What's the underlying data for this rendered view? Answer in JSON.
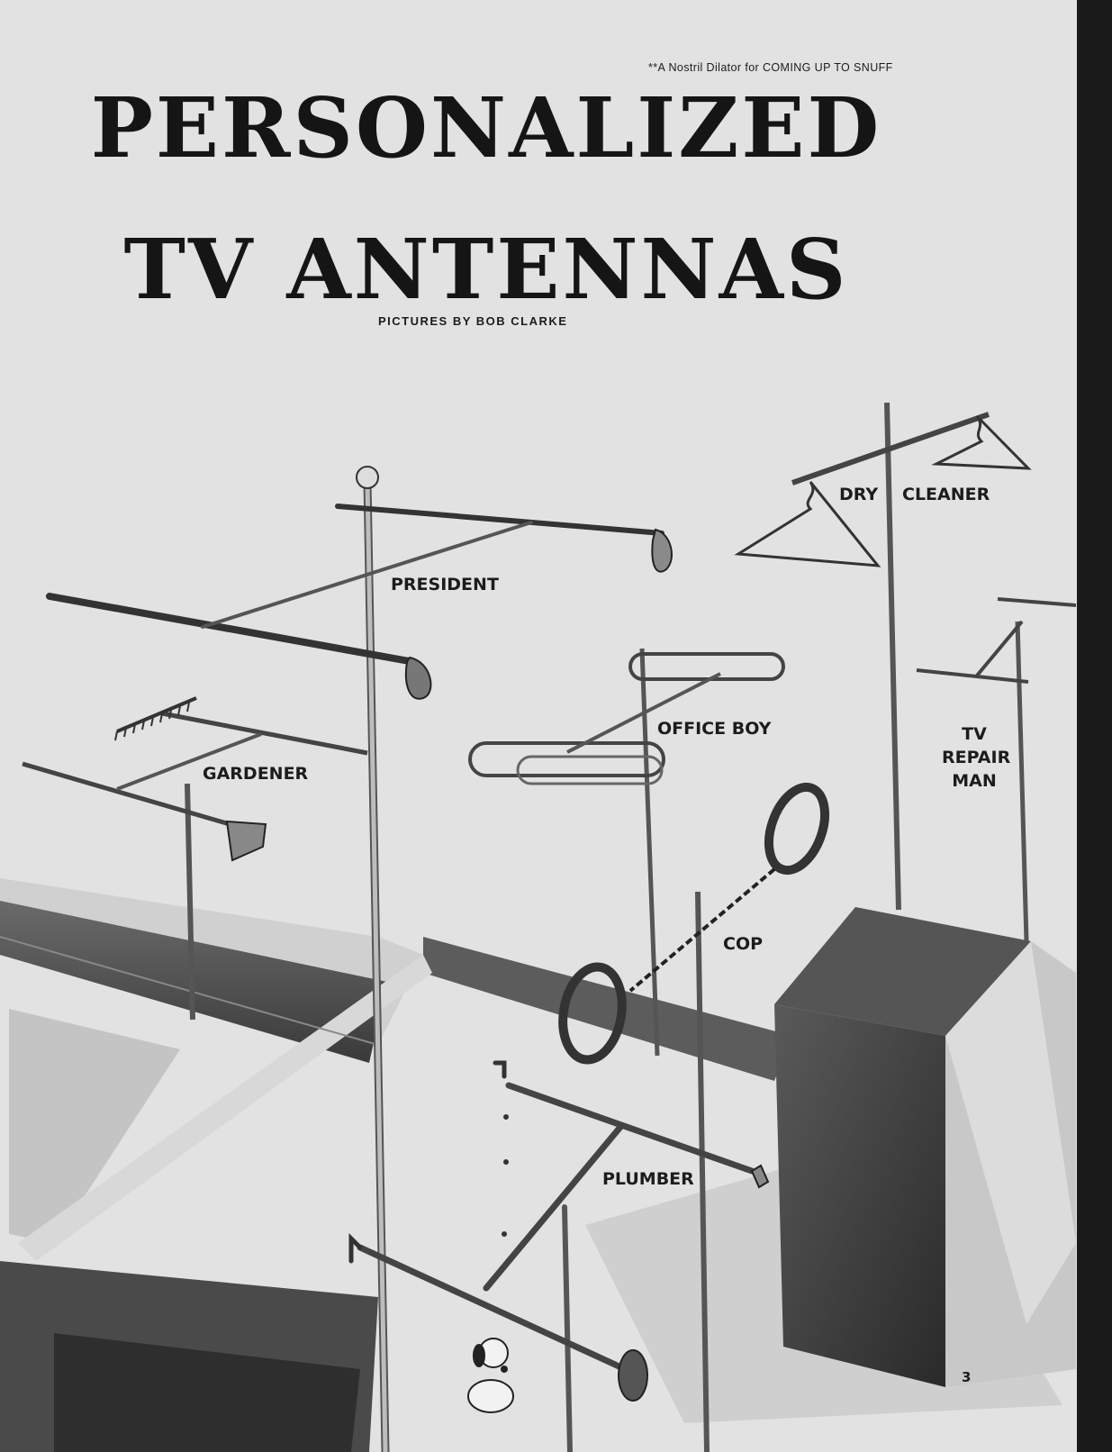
{
  "article": {
    "footnote": "**A Nostril Dilator for COMING UP TO SNUFF",
    "title_line1": "PERSONALIZED",
    "title_line2": "TV ANTENNAS",
    "credit": "PICTURES BY BOB CLARKE",
    "page_number": "3"
  },
  "labels": {
    "president": "PRESIDENT",
    "dry": "DRY",
    "cleaner": "CLEANER",
    "gardener": "GARDENER",
    "office_boy": "OFFICE BOY",
    "tv_repair_1": "TV",
    "tv_repair_2": "REPAIR",
    "tv_repair_3": "MAN",
    "cop": "COP",
    "plumber": "PLUMBER"
  },
  "colors": {
    "paper": "#e2e2e2",
    "ink": "#1c1c1c",
    "roof_shadow": "#3a3a3a",
    "border": "#1a1a1a"
  }
}
